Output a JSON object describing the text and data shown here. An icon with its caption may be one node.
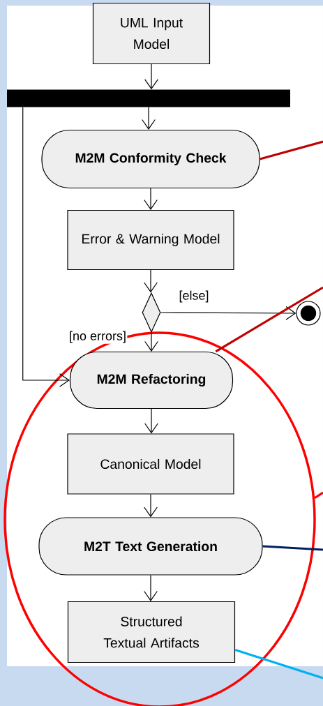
{
  "diagram": {
    "nodes": [
      {
        "text": [
          "UML Input Model"
        ]
      },
      {
        "text": [],
        "shape": "bar"
      },
      {
        "text": [
          "M2M Conformity Check"
        ]
      },
      {
        "text": [
          "Error & Warning Model"
        ]
      },
      {
        "text": [],
        "shape": "diamond"
      },
      {
        "text": [],
        "shape": "circle"
      },
      {
        "text": [],
        "shape": "ellipse"
      },
      {
        "text": [
          "M2M Refactoring"
        ],
        "in": 6
      },
      {
        "text": [
          "Canonical Model"
        ],
        "in": 6
      },
      {
        "text": [
          "M2T Text Generation"
        ],
        "in": 6
      },
      {
        "text": [
          "Structured Textual Artifacts"
        ],
        "in": 6
      }
    ],
    "edges": [
      {
        "from": 0,
        "to": 1,
        "arrow": "to"
      },
      {
        "from": 1,
        "to": 2,
        "arrow": "to"
      },
      {
        "from": 1,
        "to": 7,
        "arrow": "to"
      },
      {
        "from": 2,
        "to": 3,
        "arrow": "to"
      },
      {
        "from": 3,
        "to": 4,
        "arrow": "to"
      },
      {
        "from": 4,
        "to": 5,
        "arrow": "to",
        "label": "[else]"
      },
      {
        "from": 4,
        "to": 7,
        "arrow": "to",
        "label": "[no errors]"
      },
      {
        "from": 7,
        "to": 8,
        "arrow": "to"
      },
      {
        "from": 8,
        "to": 9,
        "arrow": "to"
      },
      {
        "from": 9,
        "to": 10,
        "arrow": "to"
      },
      {
        "from": 2,
        "to": null,
        "arrow": "none",
        "style": "thick",
        "color": "#c00000"
      },
      {
        "from": 7,
        "to": null,
        "arrow": "none",
        "style": "thick",
        "color": "#c00000"
      },
      {
        "from": 6,
        "to": null,
        "arrow": "none",
        "style": "thick",
        "color": "#ff0000"
      },
      {
        "from": 9,
        "to": null,
        "arrow": "none",
        "style": "thick",
        "color": "#002060"
      },
      {
        "from": 10,
        "to": null,
        "arrow": "none",
        "style": "thick",
        "color": "#00b0f0"
      }
    ]
  }
}
